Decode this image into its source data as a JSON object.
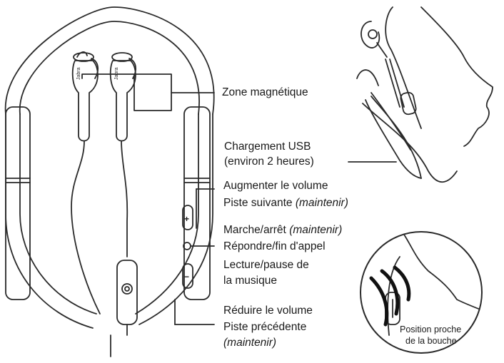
{
  "brand_mark": "Jabra",
  "labels": {
    "magnetic_zone": "Zone magnétique",
    "usb_charging_line1": "Chargement USB",
    "usb_charging_line2": "(environ 2 heures)",
    "volume_up": "Augmenter le volume",
    "next_track": "Piste suivante",
    "next_track_hold": "(maintenir)",
    "power": "Marche/arrêt",
    "power_hold": "(maintenir)",
    "answer_end_call": "Répondre/fin d'appel",
    "play_pause_line1": "Lecture/pause de",
    "play_pause_line2": "la musique",
    "volume_down": "Réduire le volume",
    "prev_track": "Piste précédente",
    "prev_track_hold": "(maintenir)",
    "mouth_position_line1": "Position proche",
    "mouth_position_line2": "de la bouche"
  },
  "button_symbols": {
    "plus": "+",
    "minus": "−"
  }
}
